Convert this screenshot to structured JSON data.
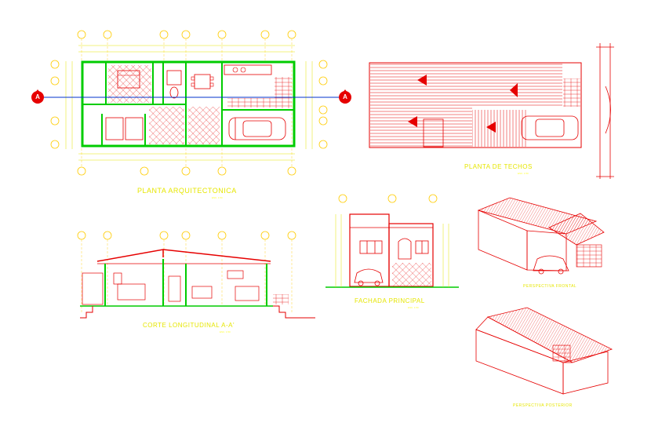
{
  "drawing": {
    "background": "#ffffff",
    "line_color": "#e60000",
    "wall_color": "#00cc00",
    "dim_color": "#e6e600",
    "axis_color": "#ffcc00",
    "cut_line_color": "#0033cc"
  },
  "views": {
    "plan": {
      "title": "PLANTA ARQUITECTONICA",
      "scale": "ESC. 1:50"
    },
    "roof": {
      "title": "PLANTA DE TECHOS",
      "scale": "ESC. 1:50"
    },
    "section": {
      "title": "CORTE LONGITUDINAL A-A'",
      "scale": "ESC. 1:50"
    },
    "facade": {
      "title": "FACHADA PRINCIPAL",
      "scale": "ESC. 1:50"
    },
    "persp_front": {
      "title": "PERSPECTIVA FRONTAL"
    },
    "persp_rear": {
      "title": "PERSPECTIVA POSTERIOR"
    }
  },
  "section_marker": {
    "label": "A"
  }
}
